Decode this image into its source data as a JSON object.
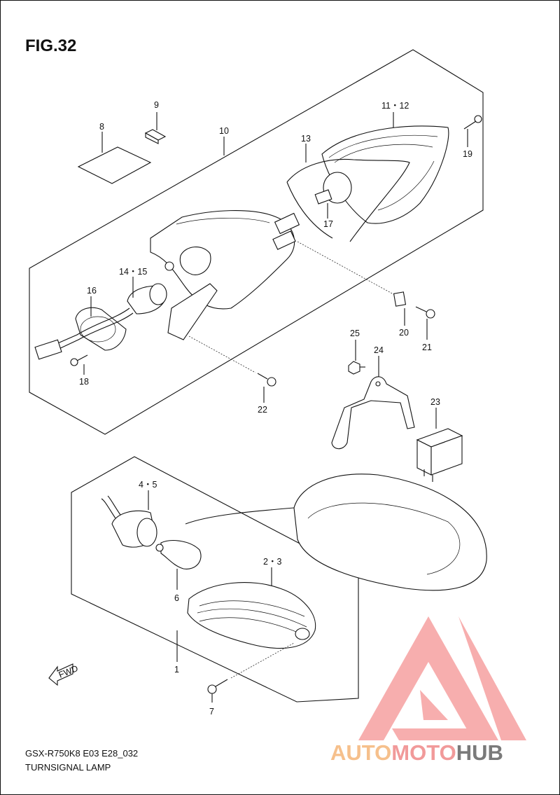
{
  "figure": {
    "title": "FIG.32"
  },
  "footer": {
    "model_code": "GSX-R750K8 E03 E28_032",
    "caption": "TURNSIGNAL LAMP"
  },
  "fwd_arrow": {
    "label": "FWD"
  },
  "watermark": {
    "part1": "AUTO",
    "part2": "MOTO",
    "part3": "HUB",
    "logo_color": "#f6a0a0"
  },
  "callouts": {
    "c1": "1",
    "c2_3": "2・3",
    "c4_5": "4・5",
    "c6": "6",
    "c7": "7",
    "c8": "8",
    "c9": "9",
    "c10": "10",
    "c11_12": "11・12",
    "c13": "13",
    "c14_15": "14・15",
    "c16": "16",
    "c17": "17",
    "c18": "18",
    "c19": "19",
    "c20": "20",
    "c21": "21",
    "c22": "22",
    "c23": "23",
    "c24": "24",
    "c25": "25"
  }
}
